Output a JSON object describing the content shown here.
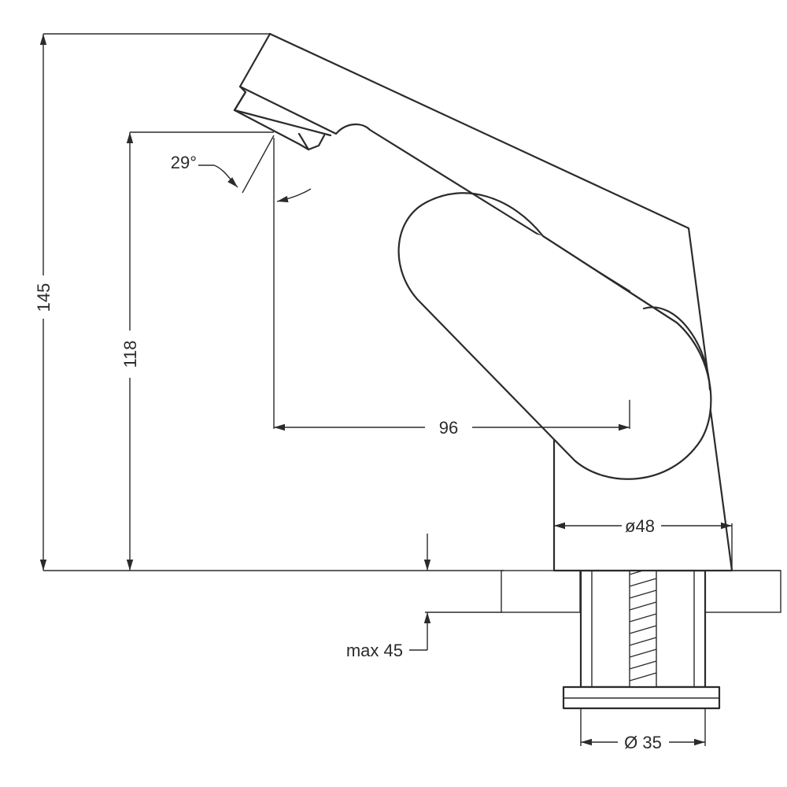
{
  "diagram": {
    "dimensions": {
      "height_total": "145",
      "height_spout": "118",
      "reach": "96",
      "angle": "29°",
      "body_diameter": "ø48",
      "max_thickness": "max 45",
      "hole_diameter": "Ø 35"
    }
  }
}
